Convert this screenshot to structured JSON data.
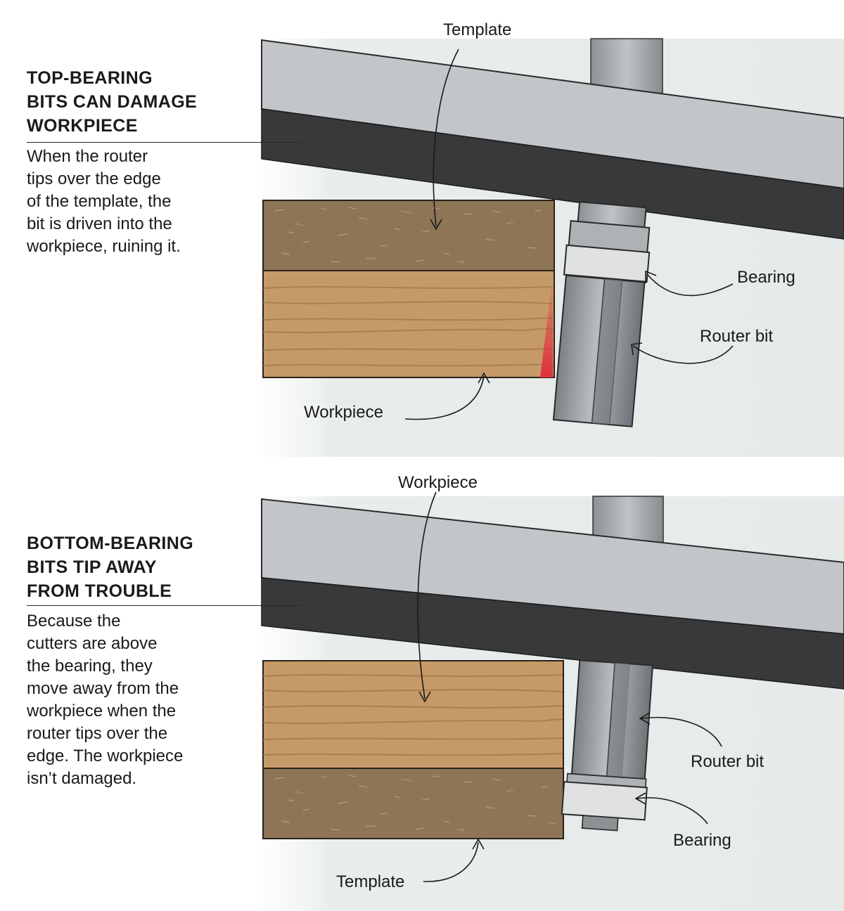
{
  "top_panel": {
    "heading": "TOP-BEARING\nBITS CAN DAMAGE\nWORKPIECE",
    "body": "When the router\ntips over the edge\nof the template, the\nbit is driven into the\nworkpiece, ruining it.",
    "labels": {
      "template": "Template",
      "bearing": "Bearing",
      "router_bit": "Router bit",
      "workpiece": "Workpiece"
    }
  },
  "bottom_panel": {
    "heading": "BOTTOM-BEARING\nBITS TIP AWAY\nFROM TROUBLE",
    "body": "Because the\ncutters are above\nthe bearing, they\nmove away from the\nworkpiece when the\nrouter tips over the\nedge. The workpiece\nisn’t damaged.",
    "labels": {
      "workpiece": "Workpiece",
      "router_bit": "Router bit",
      "bearing": "Bearing",
      "template": "Template"
    }
  },
  "colors": {
    "router_base": "#c3c6c9",
    "sub_base": "#38393b",
    "bit_steel": "#9ea2a6",
    "wood_light": "#c69a68",
    "wood_dark": "#8e7556",
    "damage": "#e0303e",
    "backdrop": "#e9eeed"
  }
}
